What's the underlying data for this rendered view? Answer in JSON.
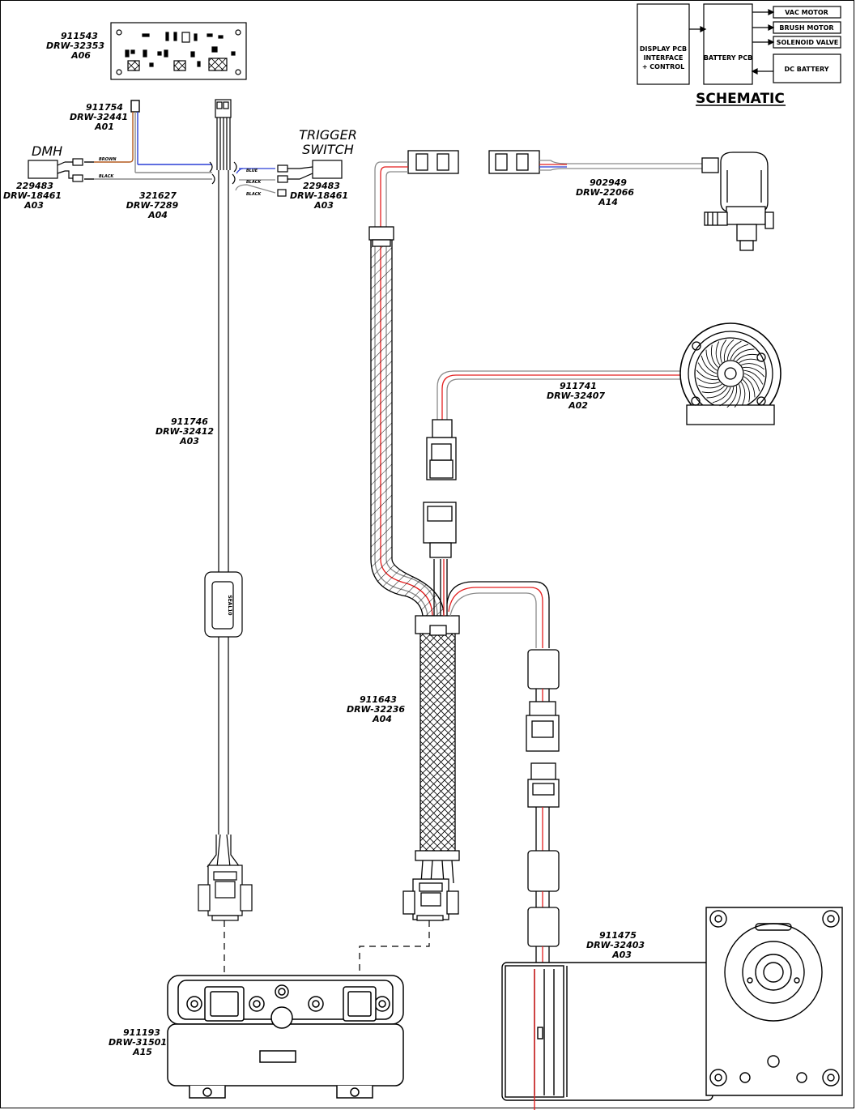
{
  "colors": {
    "ink": "#000000",
    "red_wire": "#e41e1e",
    "blue_wire": "#2a3fd6",
    "brown_wire": "#b35a1f",
    "gray_wire": "#8a8a8a"
  },
  "schematic": {
    "title": "SCHEMATIC",
    "display_pcb": [
      "DISPLAY PCB",
      "INTERFACE",
      "+ CONTROL"
    ],
    "battery_pcb": "BATTERY PCB",
    "vac_motor": "VAC MOTOR",
    "brush_motor": "BRUSH MOTOR",
    "solenoid_valve": "SOLENOID VALVE",
    "dc_battery": "DC BATTERY"
  },
  "parts": [
    {
      "id": "pcb",
      "number": "911543",
      "drawing": "DRW-32353",
      "rev": "A06"
    },
    {
      "id": "dmh-harness",
      "number": "911754",
      "drawing": "DRW-32441",
      "rev": "A01"
    },
    {
      "id": "dmh-switch",
      "title": "DMH",
      "number": "229483",
      "drawing": "DRW-18461",
      "rev": "A03"
    },
    {
      "id": "dmh-cable",
      "number": "321627",
      "drawing": "DRW-7289",
      "rev": "A04"
    },
    {
      "id": "trigger-switch",
      "title": "TRIGGER SWITCH",
      "title_lines": [
        "TRIGGER",
        "SWITCH"
      ],
      "number": "229483",
      "drawing": "DRW-18461",
      "rev": "A03"
    },
    {
      "id": "solenoid",
      "number": "902949",
      "drawing": "DRW-22066",
      "rev": "A14"
    },
    {
      "id": "vac-motor",
      "number": "911741",
      "drawing": "DRW-32407",
      "rev": "A02"
    },
    {
      "id": "main-cable",
      "number": "911746",
      "drawing": "DRW-32412",
      "rev": "A03"
    },
    {
      "id": "power-harness",
      "number": "911643",
      "drawing": "DRW-32236",
      "rev": "A04"
    },
    {
      "id": "brush-motor",
      "number": "911475",
      "drawing": "DRW-32403",
      "rev": "A03"
    },
    {
      "id": "controller",
      "number": "911193",
      "drawing": "DRW-31501",
      "rev": "A15"
    }
  ],
  "wire_labels": {
    "brown": "BROWN",
    "black1": "BLACK",
    "blue": "BLUE",
    "black2": "BLACK",
    "black3": "BLACK"
  },
  "ferrite_text": "SEAL10"
}
